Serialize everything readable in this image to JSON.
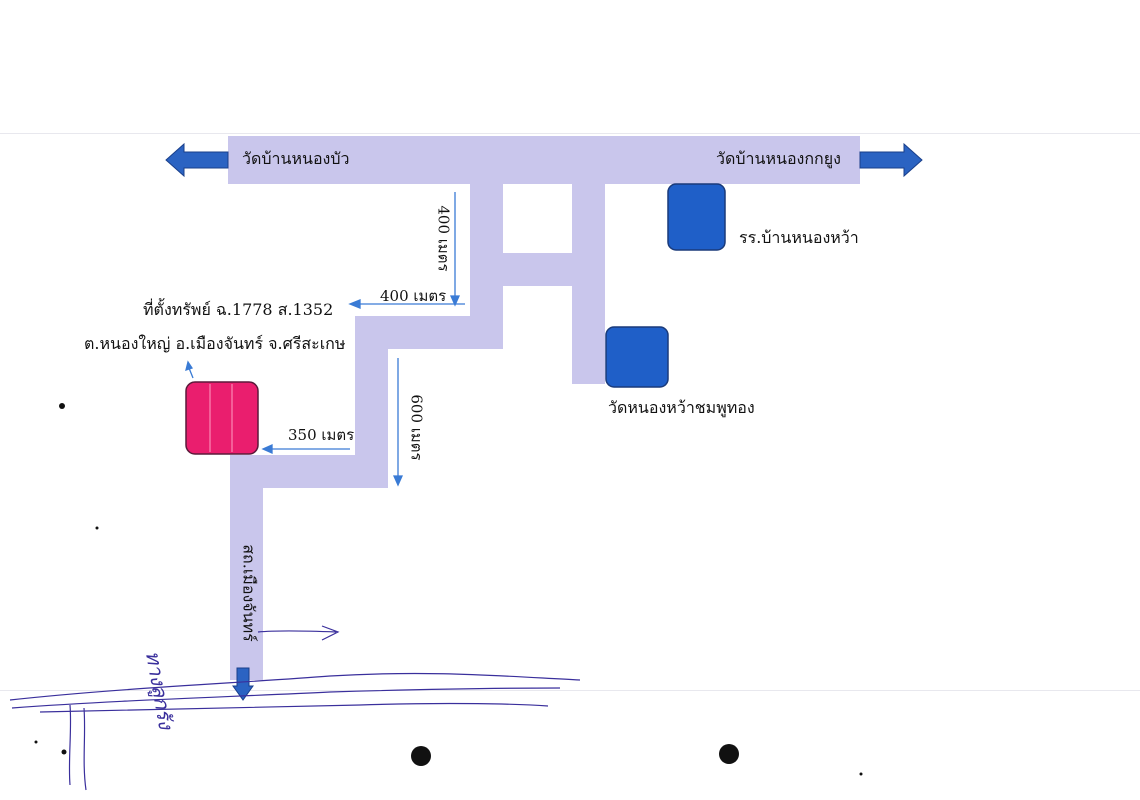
{
  "roads": {
    "west_label": "วัดบ้านหนองบัว",
    "east_label": "วัดบ้านหนองกกยูง",
    "south_label": "สถ.เมืองจันทร์"
  },
  "places": {
    "school": "รร.บ้านหนองหว้า",
    "temple": "วัดหนองหว้าชมพูทอง"
  },
  "property": {
    "title": "ที่ตั้งทรัพย์ ฉ.1778 ส.1352",
    "location": "ต.หนองใหญ่ อ.เมืองจันทร์ จ.ศรีสะเกษ"
  },
  "distances": {
    "north_vertical": "400 เมตร",
    "upper_horizontal": "400 เมตร",
    "lower_vertical": "600 เมตร",
    "to_property": "350 เมตร"
  },
  "handwriting": {
    "note": "ทางลูกรัง"
  },
  "colors": {
    "road": "#c9c6ec",
    "arrow": "#2b63c2",
    "marker_blue": "#1f5fc8",
    "property": "#ea1e6e",
    "dimension_line": "#3a7bd5",
    "ink": "#3a2f9c"
  }
}
